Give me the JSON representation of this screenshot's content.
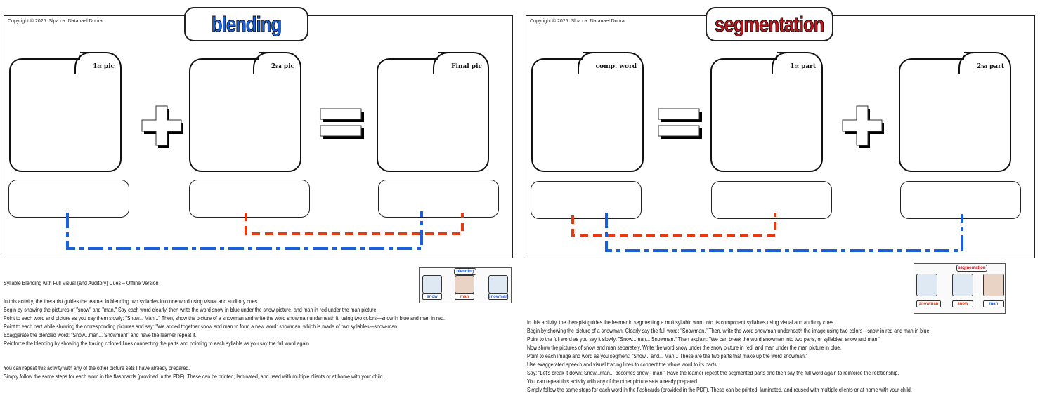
{
  "colors": {
    "blue": "#1a5fe0",
    "red": "#e63a10",
    "title_blue": "#1565e6",
    "title_red": "#c0151b"
  },
  "blending": {
    "copyright": "Copyright © 2025. Slpa.ca. Natanael Dobra",
    "title": "blending",
    "pics": [
      {
        "num": "1",
        "sup": "st",
        "word": "pic"
      },
      {
        "num": "2",
        "sup": "nd",
        "word": "pic"
      },
      {
        "num": "",
        "sup": "",
        "word": "Final pic"
      }
    ],
    "operators": [
      "plus-icon",
      "equals-icon"
    ],
    "heading": "Syllable Blending with Full Visual (and Auditory) Cues – Offline Version",
    "paragraph": [
      "In this activity, the therapist guides the learner in blending two syllables into one word using visual and auditory cues.",
      "Begin by showing the pictures of \"snow\" and \"man.\" Say each word clearly, then write the word snow in blue under the snow picture, and man in red under the man picture.",
      "Point to each word and picture as you say them slowly: \"Snow... Man...\" Then, show the picture of a snowman and write the word snowman underneath it, using two colors—snow in blue and man in red.",
      "Point to each part while showing the corresponding pictures and say: \"We added together snow and man to form a new word: snowman, which is made of two syllables—snow-man.",
      "Exaggerate the blended word: \"Snow...man... Snowman!\" and have the learner repeat it.",
      "Reinforce the blending by showing the tracing colored lines connecting the parts and pointing to each syllable as you say the full word again"
    ],
    "footer": [
      "You can repeat this activity with any of the other picture sets I have already prepared.",
      "Simply follow the same steps for each word in the flashcards (provided in the PDF). These can be printed, laminated, and used with multiple clients or at home with your child."
    ],
    "thumbnail": {
      "title": "blending",
      "labels": [
        "snow",
        "man",
        "snowman"
      ]
    }
  },
  "segmentation": {
    "copyright": "Copyright © 2025. Slpa.ca. Natanael Dobra",
    "title": "segmentation",
    "pics": [
      {
        "num": "",
        "sup": "",
        "word": "comp. word"
      },
      {
        "num": "1",
        "sup": "st",
        "word": "part"
      },
      {
        "num": "2",
        "sup": "nd",
        "word": "part"
      }
    ],
    "operators": [
      "equals-icon",
      "plus-icon"
    ],
    "paragraph": [
      "In this activity, the therapist guides the learner in segmenting a multisyllabic word into its component syllables using visual and auditory cues.",
      "Begin by showing the picture of a snowman. Clearly say the full word: \"Snowman.\" Then, write the word snowman underneath the image using two colors—snow in red and man in blue.",
      "Point to the full word as you say it slowly: \"Snow...man... Snowman.\" Then explain: \"We can break the word snowman into two parts, or syllables: snow and man.\"",
      "Now show the pictures of snow and man separately. Write the word snow under the snow picture in red, and man under the man picture in blue.",
      "Point to each image and word as you segment: \"Snow... and... Man... These are the two parts that make up the word snowman.\"",
      "Use exaggerated speech and visual tracing lines to connect the whole word to its parts.",
      "Say: \"Let's break it down: Snow...man... becomes snow - man.\" Have the learner repeat the segmented parts and then say the full word again to reinforce the relationship.",
      "You can repeat this activity with any of the other picture sets already prepared.",
      "Simply follow the same steps for each word in the flashcards (provided in the PDF). These can be printed, laminated, and reused with multiple clients or at home with your child."
    ],
    "thumbnail": {
      "title": "segmentation",
      "labels": [
        "snowman",
        "snow",
        "man"
      ]
    }
  }
}
